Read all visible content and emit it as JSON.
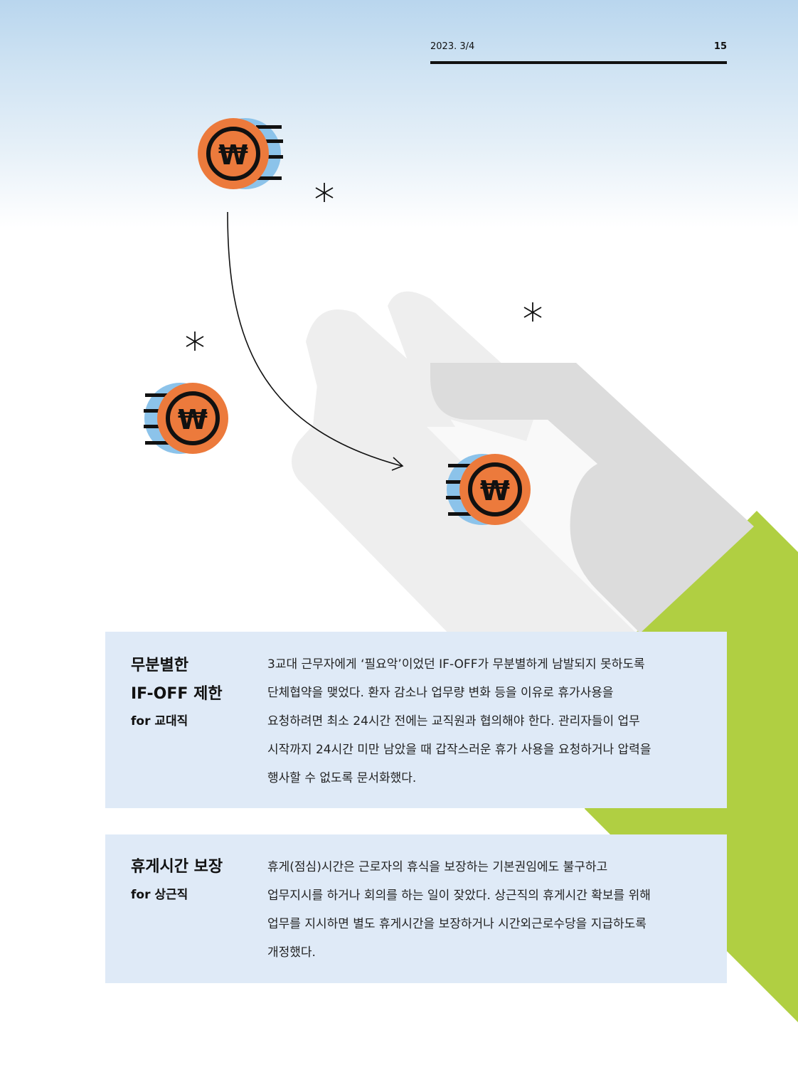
{
  "header": {
    "date": "2023. 3/4",
    "page_number": "15"
  },
  "illustration": {
    "coin_symbol": "₩",
    "colors": {
      "coin_orange": "#ec7a3c",
      "coin_blue": "#8cc3ea",
      "hand_light": "#eeeeee",
      "hand_dark": "#dcdcdc",
      "accent_green": "#b0cf42"
    }
  },
  "sections": [
    {
      "title_lines": [
        "무분별한",
        "IF-OFF 제한"
      ],
      "subtitle": "for 교대직",
      "body_lines": [
        "3교대 근무자에게 ‘필요악’이었던 IF-OFF가 무분별하게 남발되지 못하도록",
        "단체협약을 맺었다. 환자 감소나 업무량 변화 등을 이유로 휴가사용을",
        "요청하려면 최소 24시간 전에는 교직원과 협의해야 한다. 관리자들이 업무",
        "시작까지 24시간 미만 남았을 때 갑작스러운 휴가 사용을 요청하거나 압력을",
        "행사할 수 없도록 문서화했다."
      ]
    },
    {
      "title_lines": [
        "휴게시간 보장"
      ],
      "subtitle": "for 상근직",
      "body_lines": [
        "휴게(점심)시간은 근로자의 휴식을 보장하는 기본권임에도 불구하고",
        "업무지시를 하거나 회의를 하는 일이 잦았다. 상근직의 휴게시간 확보를 위해",
        "업무를 지시하면 별도 휴게시간을 보장하거나 시간외근로수당을 지급하도록",
        "개정했다."
      ]
    }
  ]
}
